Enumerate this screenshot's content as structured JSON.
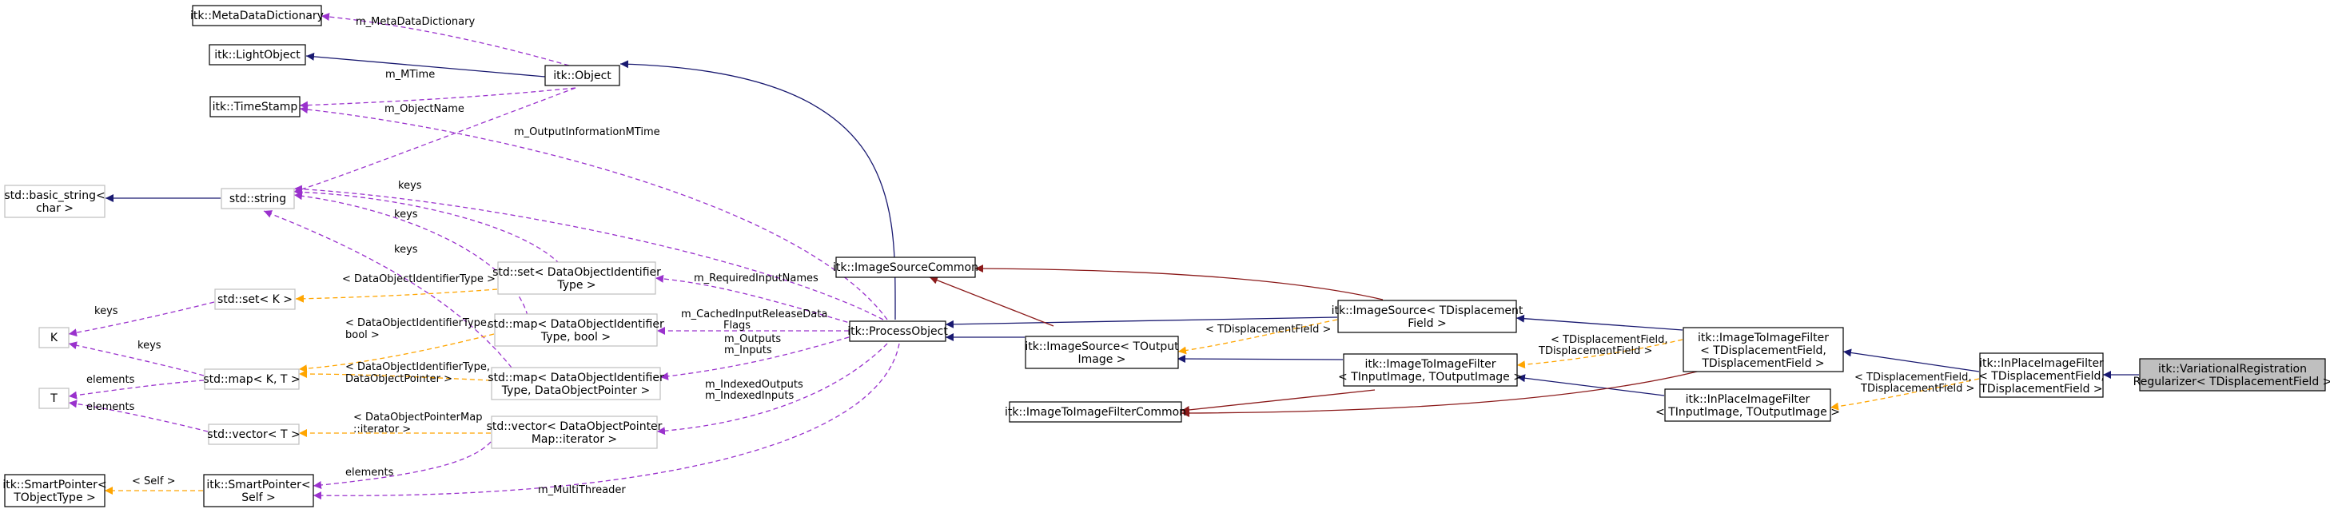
{
  "colors": {
    "inherit": "#191970",
    "usage": "#9a32cd",
    "template": "#ffa500",
    "private": "#8b1a1a",
    "node_border": "#000000",
    "external_border": "#bfbfbf",
    "target_fill": "#bfbfbf"
  },
  "nodes": {
    "metadatadict": [
      "itk::MetaDataDictionary"
    ],
    "lightobject": [
      "itk::LightObject"
    ],
    "timestamp": [
      "itk::TimeStamp"
    ],
    "object": [
      "itk::Object"
    ],
    "basicstring": [
      "std::basic_string<",
      "char >"
    ],
    "stdstring": [
      "std::string"
    ],
    "setK": [
      "std::set< K >"
    ],
    "K": [
      "K"
    ],
    "mapKT": [
      "std::map< K, T >"
    ],
    "T": [
      "T"
    ],
    "vectorT": [
      "std::vector< T >"
    ],
    "sp_tobj": [
      "itk::SmartPointer<",
      "TObjectType >"
    ],
    "sp_self": [
      "itk::SmartPointer<",
      "Self >"
    ],
    "set_doi": [
      "std::set< DataObjectIdentifier",
      "Type >"
    ],
    "map_doi_bool": [
      "std::map< DataObjectIdentifier",
      "Type, bool >"
    ],
    "map_doi_dop": [
      "std::map< DataObjectIdentifier",
      "Type, DataObjectPointer >"
    ],
    "vec_dopmap": [
      "std::vector< DataObjectPointer",
      "Map::iterator >"
    ],
    "processobject": [
      "itk::ProcessObject"
    ],
    "imagesourcecommon": [
      "itk::ImageSourceCommon"
    ],
    "imagesource_tout": [
      "itk::ImageSource< TOutput",
      "Image >"
    ],
    "imagesource_tdf": [
      "itk::ImageSource< TDisplacement",
      "Field >"
    ],
    "imagetoimagefiltercommon": [
      "itk::ImageToImageFilterCommon"
    ],
    "i2i_tin_tout": [
      "itk::ImageToImageFilter",
      "< TInputImage, TOutputImage >"
    ],
    "i2i_tdf": [
      "itk::ImageToImageFilter",
      "< TDisplacementField,",
      "TDisplacementField >"
    ],
    "inplace_tin_tout": [
      "itk::InPlaceImageFilter",
      "< TInputImage, TOutputImage >"
    ],
    "inplace_tdf": [
      "itk::InPlaceImageFilter",
      "< TDisplacementField,",
      "TDisplacementField >"
    ],
    "target": [
      "itk::VariationalRegistration",
      "Regularizer< TDisplacementField >"
    ]
  },
  "edge_labels": {
    "m_metadatadictionary": [
      "m_MetaDataDictionary"
    ],
    "m_mtime": [
      "m_MTime"
    ],
    "m_objectname": [
      "m_ObjectName"
    ],
    "m_outputinformationmtime": [
      "m_OutputInformationMTime"
    ],
    "keys_set": [
      "keys"
    ],
    "keys_map_bool": [
      "keys"
    ],
    "keys_map_dop": [
      "keys"
    ],
    "keys_setK": [
      "keys"
    ],
    "keys_mapKT": [
      "keys"
    ],
    "elements_mapKT": [
      "elements"
    ],
    "elements_vectorT": [
      "elements"
    ],
    "elements_sp": [
      "elements"
    ],
    "tpl_set": [
      "< DataObjectIdentifierType >"
    ],
    "tpl_map_bool": [
      "< DataObjectIdentifierType,",
      "bool >"
    ],
    "tpl_map_dop": [
      "< DataObjectIdentifierType,",
      "DataObjectPointer >"
    ],
    "tpl_vec": [
      "< DataObjectPointerMap",
      "::iterator >"
    ],
    "tpl_sp": [
      "< Self >"
    ],
    "m_requiredinputnames": [
      "m_RequiredInputNames"
    ],
    "m_cachedinputreleasedataflags": [
      "m_CachedInputReleaseData",
      "Flags"
    ],
    "m_outputs_inputs": [
      "m_Outputs",
      "m_Inputs"
    ],
    "m_indexed": [
      "m_IndexedOutputs",
      "m_IndexedInputs"
    ],
    "m_multithreader": [
      "m_MultiThreader"
    ],
    "tpl_imagesource": [
      "< TDisplacementField >"
    ],
    "tpl_i2i": [
      "< TDisplacementField,",
      "TDisplacementField >"
    ],
    "tpl_inplace": [
      "< TDisplacementField,",
      "TDisplacementField >"
    ]
  }
}
